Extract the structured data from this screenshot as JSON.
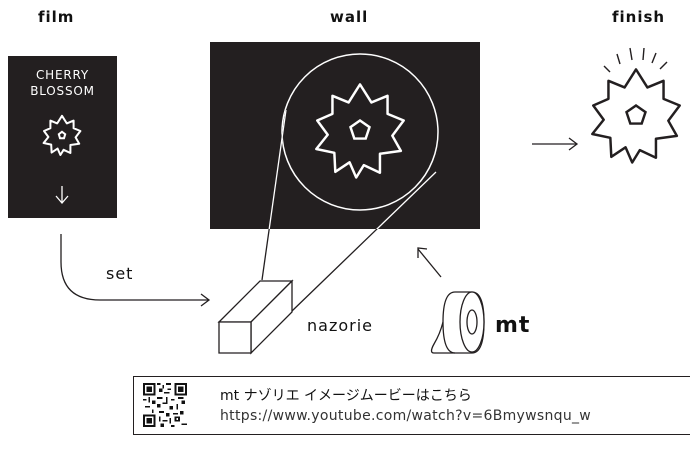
{
  "labels": {
    "film": "film",
    "wall": "wall",
    "finish": "finish",
    "set": "set",
    "nazorie": "nazorie",
    "mt": "mt"
  },
  "film_card": {
    "line1": "CHERRY",
    "line2": "BLOSSOM",
    "arrow": "↓",
    "background": "#231f20",
    "text_color": "#ffffff"
  },
  "wall": {
    "background": "#231f20"
  },
  "icons": [
    "cherry-blossom-icon",
    "tape-roll-icon",
    "nazorie-tool-icon",
    "qr-code-icon",
    "arrow-right-icon",
    "arrow-up-left-icon"
  ],
  "info": {
    "title": "mt ナゾリエ イメージムービーはこちら",
    "url": "https://www.youtube.com/watch?v=6Bmywsnqu_w"
  }
}
